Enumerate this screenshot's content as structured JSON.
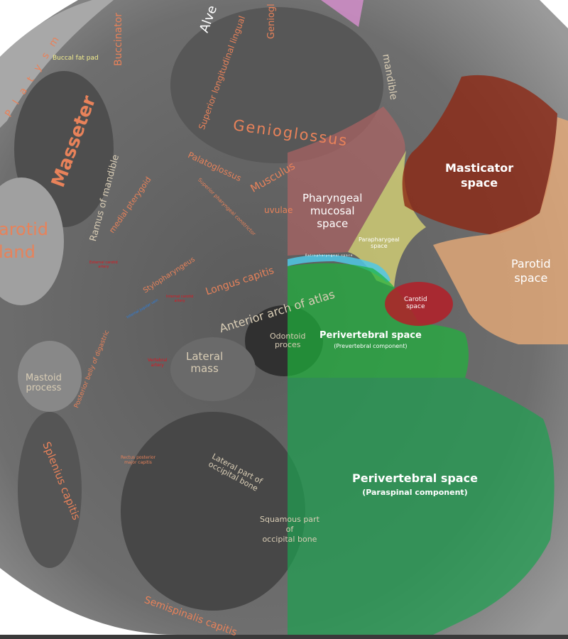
{
  "colors": {
    "muscle_label": "#e8825a",
    "bone_label": "#d9cdb5",
    "space_label": "#ffffff",
    "artery_label": "#e0141e",
    "vein_label": "#2a7fe0",
    "fat_label": "#f3ee8e",
    "pharyngeal_mucosal_space": "#b46464",
    "parapharyngeal_space": "#e6e178",
    "masticator_space": "#8c2814",
    "parotid_space": "#e6aa78",
    "carotid_space": "#b41e28",
    "retropharyngeal_space": "#50c8e6",
    "perivertebral_space": "#1eb43c",
    "paraspinal": "#1ea050"
  },
  "labels": {
    "platysma": "P l a t y s m",
    "buccal_fat_pad": "Buccal fat pad",
    "buccinator": "Buccinator",
    "masseter": "Masseter",
    "ramus": "Ramus of mandible",
    "medial_pterygoid": "medial pterygoid",
    "parotid_gland_1": "arotid",
    "parotid_gland_2": "land",
    "alveolar": "Alve",
    "superior_longitudinal": "Superior longitudinal lingual",
    "genioglossus_top": "Geniogl",
    "mandible": "mandible",
    "genioglossus": "Genioglossus",
    "palatoglossus": "Palatoglossus",
    "superior_pharyngeal_constrictor": "Superior pharyngeal constrictor",
    "musculus": "Musculus",
    "uvulae": "uvulae",
    "external_carotid_1": "External carotid",
    "external_carotid_2": "artery",
    "stylopharyngeus": "Stylopharyngeus",
    "internal_carotid_1": "Internal carotid",
    "internal_carotid_2": "artery",
    "internal_jugular_1": "Internal jugular",
    "internal_jugular_2": "vein",
    "longus_capitis": "Longus capitis",
    "anterior_arch": "Anterior arch of atlas",
    "odontoid_1": "Odontoid",
    "odontoid_2": "proces",
    "lateral_mass_1": "Lateral",
    "lateral_mass_2": "mass",
    "vertebral_1": "Vertebral",
    "vertebral_2": "artery",
    "mastoid_1": "Mastoid",
    "mastoid_2": "process",
    "posterior_digastric": "Posterior belly of digastric",
    "splenius": "Splenius capitis",
    "rectus_1": "Rectus posterior",
    "rectus_2": "major capitis",
    "lateral_occipital_1": "Lateral part of",
    "lateral_occipital_2": "occipital bone",
    "squamous_1": "Squamous part",
    "squamous_2": "of",
    "squamous_3": "occipital bone",
    "semispinalis": "Semispinalis capitis",
    "pharyngeal_mucosal_1": "Pharyngeal",
    "pharyngeal_mucosal_2": "mucosal",
    "pharyngeal_mucosal_3": "space",
    "parapharyngeal_1": "Parapharygeal",
    "parapharyngeal_2": "space",
    "retropharyngeal": "Retropharyngeal space",
    "masticator_1": "Masticator",
    "masticator_2": "space",
    "parotid_space_1": "Parotid",
    "parotid_space_2": "space",
    "carotid_1": "Carotid",
    "carotid_2": "space",
    "prevertebral_1": "Perivertebral space",
    "prevertebral_2": "(Prevertebral component)",
    "paraspinal_1": "Perivertebral space",
    "paraspinal_2": "(Paraspinal component)"
  }
}
